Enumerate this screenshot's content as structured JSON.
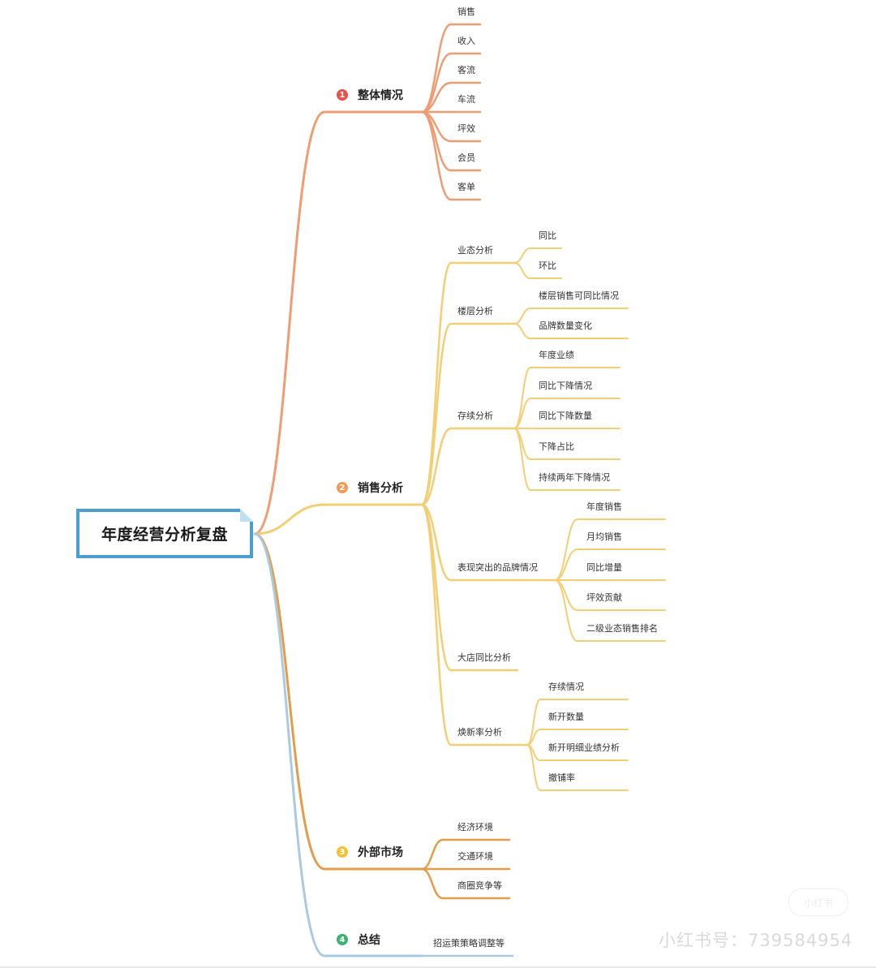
{
  "root": {
    "label": "年度经营分析复盘"
  },
  "branches": [
    {
      "badge": "1",
      "label": "整体情况",
      "color": "#ef9c72",
      "badge_color": "#e8524a",
      "children": [
        "销售",
        "收入",
        "客流",
        "车流",
        "坪效",
        "会员",
        "客单"
      ]
    },
    {
      "badge": "2",
      "label": "销售分析",
      "color": "#f3ce73",
      "badge_color": "#ef9a55",
      "children": [
        {
          "label": "业态分析",
          "children": [
            "同比",
            "环比"
          ]
        },
        {
          "label": "楼层分析",
          "children": [
            "楼层销售可同比情况",
            "品牌数量变化"
          ]
        },
        {
          "label": "存续分析",
          "children": [
            "年度业绩",
            "同比下降情况",
            "同比下降数量",
            "下降占比",
            "持续两年下降情况"
          ]
        },
        {
          "label": "表现突出的品牌情况",
          "children": [
            "年度销售",
            "月均销售",
            "同比增量",
            "坪效贡献",
            "二级业态销售排名"
          ]
        },
        {
          "label": "大店同比分析",
          "children": []
        },
        {
          "label": "焕新率分析",
          "children": [
            "存续情况",
            "新开数量",
            "新开明细业绩分析",
            "撤铺率"
          ]
        }
      ]
    },
    {
      "badge": "3",
      "label": "外部市场",
      "color": "#e49c48",
      "badge_color": "#f1c232",
      "children": [
        "经济环境",
        "交通环境",
        "商圈竞争等"
      ]
    },
    {
      "badge": "4",
      "label": "总结",
      "color": "#a9cae0",
      "badge_color": "#3cb371",
      "children": [
        "招运策策略调整等"
      ]
    }
  ],
  "watermark": {
    "text": "小红书号：739584954",
    "logo": "小红书"
  }
}
